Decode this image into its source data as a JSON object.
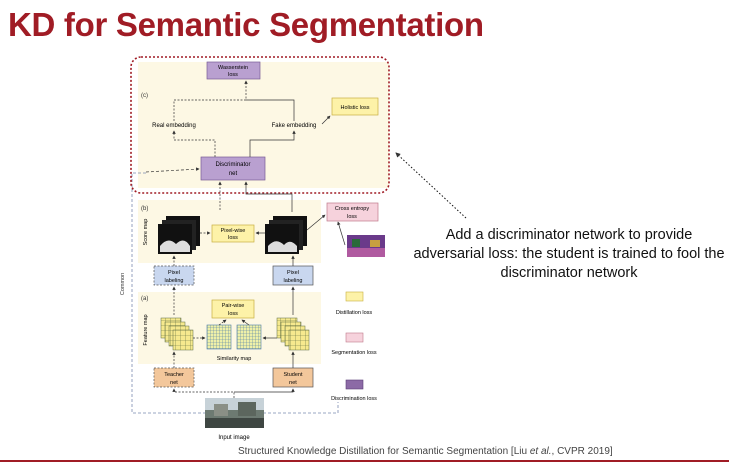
{
  "slide": {
    "title": "KD for Semantic Segmentation",
    "annotation": "Add a discriminator network to provide adversarial loss: the student is trained to fool the discriminator network",
    "citation_prefix": "Structured Knowledge Distillation for Semantic Segmentation [Liu ",
    "citation_italic": "et al.",
    "citation_suffix": ", CVPR 2019]"
  },
  "figure": {
    "section_c": "(c)",
    "section_b": "(b)",
    "section_a": "(a)",
    "wasserstein_loss": [
      "Wasserstein",
      "loss"
    ],
    "holistic_loss": "Holistic loss",
    "real_embedding": "Real embedding",
    "fake_embedding": "Fake embedding",
    "discriminator_net": [
      "Discriminator",
      "net"
    ],
    "cross_entropy_loss": [
      "Cross entropy",
      "loss"
    ],
    "pixel_wise_loss": [
      "Pixel-wise",
      "loss"
    ],
    "score_map": "Score map",
    "pixel_labeling_teacher": [
      "Pixel",
      "labeling"
    ],
    "pixel_labeling_student": [
      "Pixel",
      "labeling"
    ],
    "pair_wise_loss": [
      "Pair-wise",
      "loss"
    ],
    "feature_map": "Feature map",
    "similarity_map": "Similarity map",
    "teacher_net": [
      "Teacher",
      "net"
    ],
    "student_net": [
      "Student",
      "net"
    ],
    "input_image": "Input image",
    "side_label": "Common"
  },
  "legend": {
    "items": [
      {
        "label": "Distillation loss",
        "color": "#fdf2a8"
      },
      {
        "label": "Segmentation loss",
        "color": "#f6d2dc"
      },
      {
        "label": "Discrimination loss",
        "color": "#8c6aa6"
      }
    ]
  },
  "colors": {
    "accent": "#a01c25",
    "panel_bg": "#fdf8e4",
    "distill": "#fdf2a8",
    "segment": "#f6d2dc",
    "discrim": "#b9a0d0",
    "discrim_dark": "#8c6aa6",
    "pixel_label": "#c9d7ef",
    "net": "#f3c79b"
  }
}
